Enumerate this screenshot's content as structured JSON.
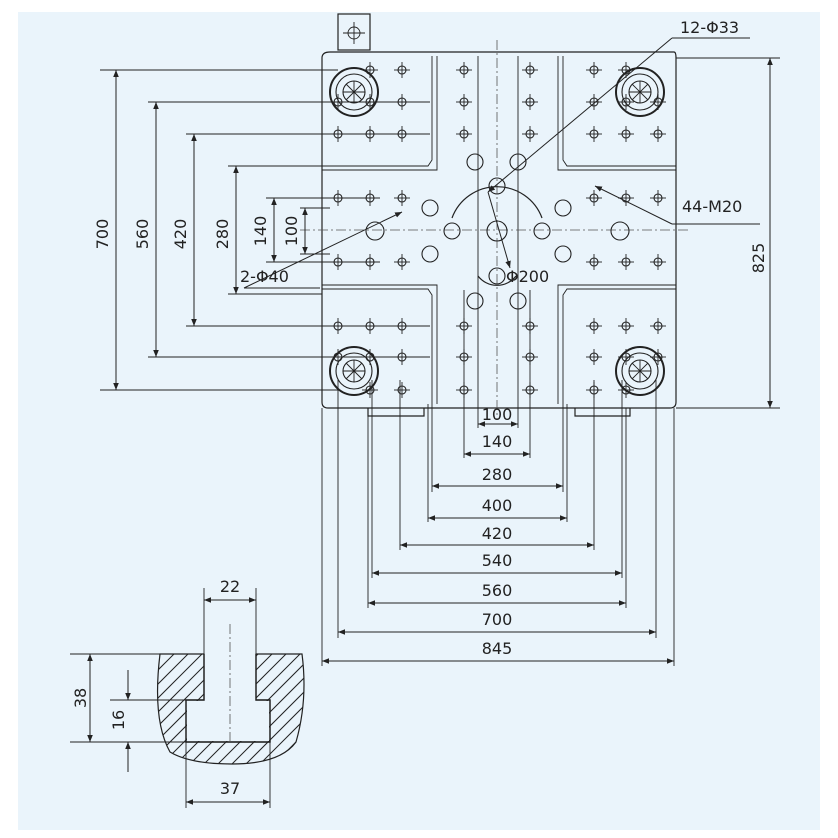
{
  "colors": {
    "background": "#eaf4fb",
    "line": "#222222"
  },
  "callouts": {
    "bolt_holes": "12-Φ33",
    "threaded_holes": "44-M20",
    "locating_holes": "2-Φ40",
    "center_ring": "Φ200"
  },
  "vertical_dims": {
    "v700": "700",
    "v560": "560",
    "v420": "420",
    "v280": "280",
    "v140": "140",
    "v100": "100",
    "v825": "825"
  },
  "horizontal_dims": {
    "h100": "100",
    "h140": "140",
    "h280": "280",
    "h400": "400",
    "h420": "420",
    "h540": "540",
    "h560": "560",
    "h700": "700",
    "h845": "845"
  },
  "tslot": {
    "width_top": "22",
    "height_total": "38",
    "height_neck": "16",
    "width_bottom": "37"
  }
}
